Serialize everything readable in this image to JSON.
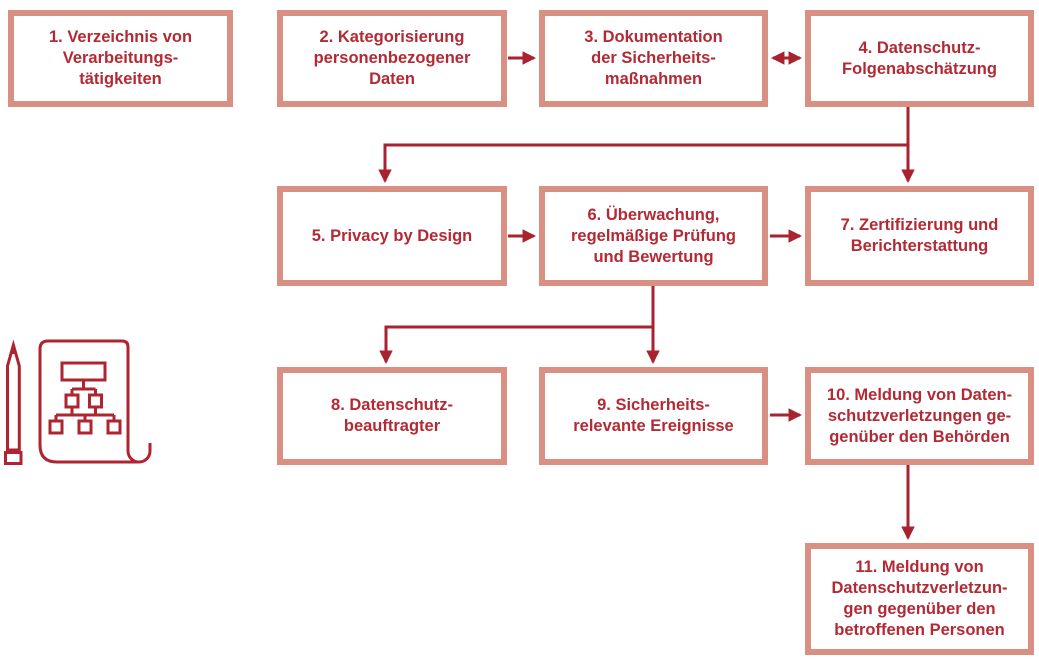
{
  "colors": {
    "box_border": "#D99083",
    "box_text": "#B32934",
    "connector": "#A92230",
    "icon": "#AE2431",
    "background": "#FFFFFF"
  },
  "boxes": [
    {
      "id": "1",
      "label": "1. Verzeichnis von\nVerarbeitungs-\ntätigkeiten"
    },
    {
      "id": "2",
      "label": "2. Kategorisierung\npersonenbezogener\nDaten"
    },
    {
      "id": "3",
      "label": "3. Dokumentation\nder Sicherheits-\nmaßnahmen"
    },
    {
      "id": "4",
      "label": "4. Datenschutz-\nFolgenabschätzung"
    },
    {
      "id": "5",
      "label": "5. Privacy by Design"
    },
    {
      "id": "6",
      "label": "6. Überwachung,\nregelmäßige Prüfung\nund Bewertung"
    },
    {
      "id": "7",
      "label": "7. Zertifizierung und\nBerichterstattung"
    },
    {
      "id": "8",
      "label": "8. Datenschutz-\nbeauftragter"
    },
    {
      "id": "9",
      "label": "9. Sicherheits-\nrelevante Ereignisse"
    },
    {
      "id": "10",
      "label": "10. Meldung von Daten-\nschutzverletzungen ge-\ngenüber den Behörden"
    },
    {
      "id": "11",
      "label": "11. Meldung von\nDatenschutzverletzun-\ngen gegenüber den\nbetroffenen Personen"
    }
  ],
  "connections": [
    {
      "from": "2",
      "to": "3",
      "type": "arrow"
    },
    {
      "from": "3",
      "to": "4",
      "type": "double-arrow"
    },
    {
      "from": "4",
      "to": "5",
      "type": "arrow"
    },
    {
      "from": "4",
      "to": "7",
      "type": "arrow"
    },
    {
      "from": "5",
      "to": "6",
      "type": "arrow"
    },
    {
      "from": "6",
      "to": "7",
      "type": "arrow"
    },
    {
      "from": "6",
      "to": "8",
      "type": "arrow"
    },
    {
      "from": "6",
      "to": "9",
      "type": "arrow"
    },
    {
      "from": "9",
      "to": "10",
      "type": "arrow"
    },
    {
      "from": "10",
      "to": "11",
      "type": "arrow"
    }
  ],
  "icon": {
    "name": "scroll-with-orgchart-and-pencil"
  }
}
